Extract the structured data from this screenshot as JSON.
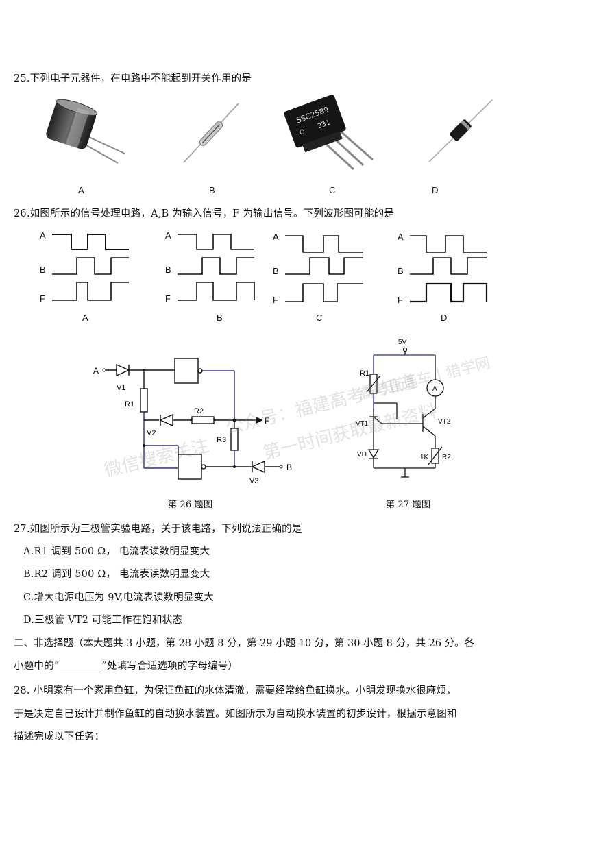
{
  "q25": {
    "stem": "25.下列电子元器件，在电路中不能起到开关作用的是",
    "options": [
      "A",
      "B",
      "C",
      "D"
    ],
    "transistor_marking": [
      "SSC2589",
      "O",
      "331"
    ]
  },
  "q26": {
    "stem": "26.如图所示的信号处理电路，A,B 为输入信号，F 为输出信号。下列波形图可能的是",
    "wave_labels": [
      "A",
      "B",
      "F"
    ],
    "options": [
      "A",
      "B",
      "C",
      "D"
    ],
    "circuit_labels": {
      "in_a": "A",
      "in_b": "B",
      "out_f": "F",
      "v1": "V1",
      "v2": "V2",
      "v3": "V3",
      "r1": "R1",
      "r2": "R2",
      "r3": "R3"
    },
    "figure_caption": "第 26 题图"
  },
  "q27_figure": {
    "supply": "5V",
    "r1": "R1",
    "vt1": "VT1",
    "vt2": "VT2",
    "vd": "VD",
    "r2_value": "1K",
    "r2": "R2",
    "meter": "A",
    "figure_caption": "第 27 题图"
  },
  "q27": {
    "stem": "27.如图所示为三极管实验电路，关于该电路，下列说法正确的是",
    "options": [
      "A.R1 调到 500 Ω，  电流表读数明显变大",
      "B.R2 调到 500 Ω，  电流表读数明显变大",
      "C.增大电源电压为 9V,电流表读数明显变大",
      "D.三极管 VT2 可能工作在饱和状态"
    ]
  },
  "section2": {
    "line1": "二、非选择题（本大题共 3 小题，第 28 小题 8 分，第 29 小题 10 分，第 30 小题 8 分，共 26 分。各",
    "line2_pre": "小题中的“",
    "line2_post": "”处填写合适选项的字母编号）"
  },
  "q28": {
    "line1": "28.  小明家有一个家用鱼缸，为保证鱼缸的水体清澈，需要经常给鱼缸换水。小明发现换水很麻烦，",
    "line2": "于是决定自己设计并制作鱼缸的自动换水装置。如图所示为自动换水装置的初步设计，根据示意图和",
    "line3": "描述完成以下任务："
  },
  "watermark": {
    "line1": "公众号：福建高考早知道",
    "line2": "第一时间获取最新资料",
    "line3": "微信搜索关注",
    "site": "高考直通车 | 猎学网"
  }
}
